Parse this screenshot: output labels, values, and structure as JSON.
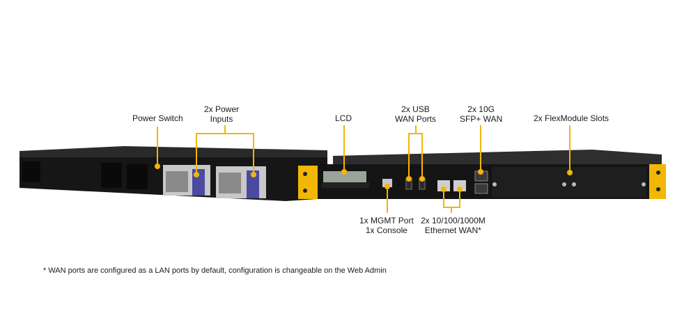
{
  "labels": {
    "power_switch": "Power Switch",
    "power_inputs_l1": "2x Power",
    "power_inputs_l2": "Inputs",
    "lcd": "LCD",
    "usb_l1": "2x USB",
    "usb_l2": "WAN Ports",
    "sfp_l1": "2x 10G",
    "sfp_l2": "SFP+ WAN",
    "flexmodule": "2x FlexModule Slots",
    "mgmt_l1": "1x MGMT Port",
    "mgmt_l2": "1x Console",
    "eth_l1": "2x 10/100/1000M",
    "eth_l2": "Ethernet WAN*"
  },
  "footnote": "* WAN ports are configured as a LAN ports by default, configuration is changeable on the Web Admin",
  "colors": {
    "accent": "#f2b705",
    "chassis": "#1c1c1c",
    "chassis_dark": "#0e0e0e"
  }
}
